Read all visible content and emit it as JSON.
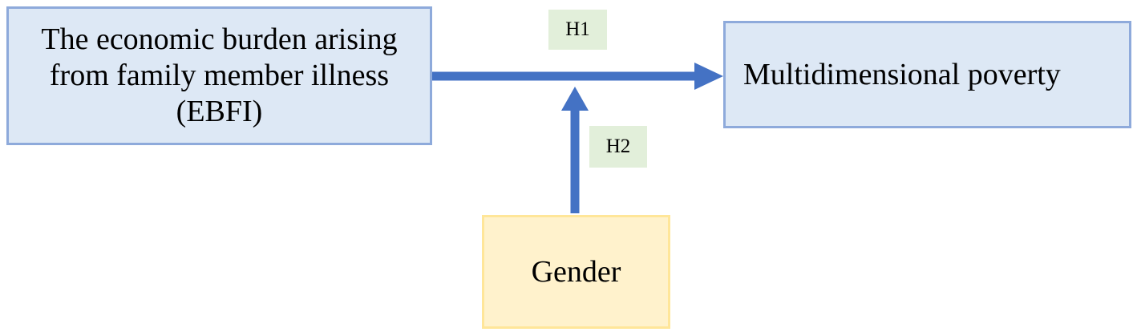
{
  "nodes": {
    "ebfi": {
      "lines": [
        "The economic burden arising",
        "from family member illness",
        "(EBFI)"
      ]
    },
    "multidimensional_poverty": {
      "label": "Multidimensional poverty"
    },
    "gender": {
      "label": "Gender"
    }
  },
  "hypotheses": {
    "h1": "H1",
    "h2": "H2"
  },
  "edges": [
    {
      "from": "ebfi",
      "to": "multidimensional_poverty",
      "label": "H1"
    },
    {
      "from": "gender",
      "to": "ebfi-to-poverty-path",
      "label": "H2"
    }
  ],
  "colors": {
    "arrow": "#4472c4",
    "blue_fill": "#dde8f5",
    "blue_border": "#8eaadb",
    "yellow_fill": "#fff2cc",
    "yellow_border": "#ffe699",
    "label_fill": "#e2efda"
  }
}
